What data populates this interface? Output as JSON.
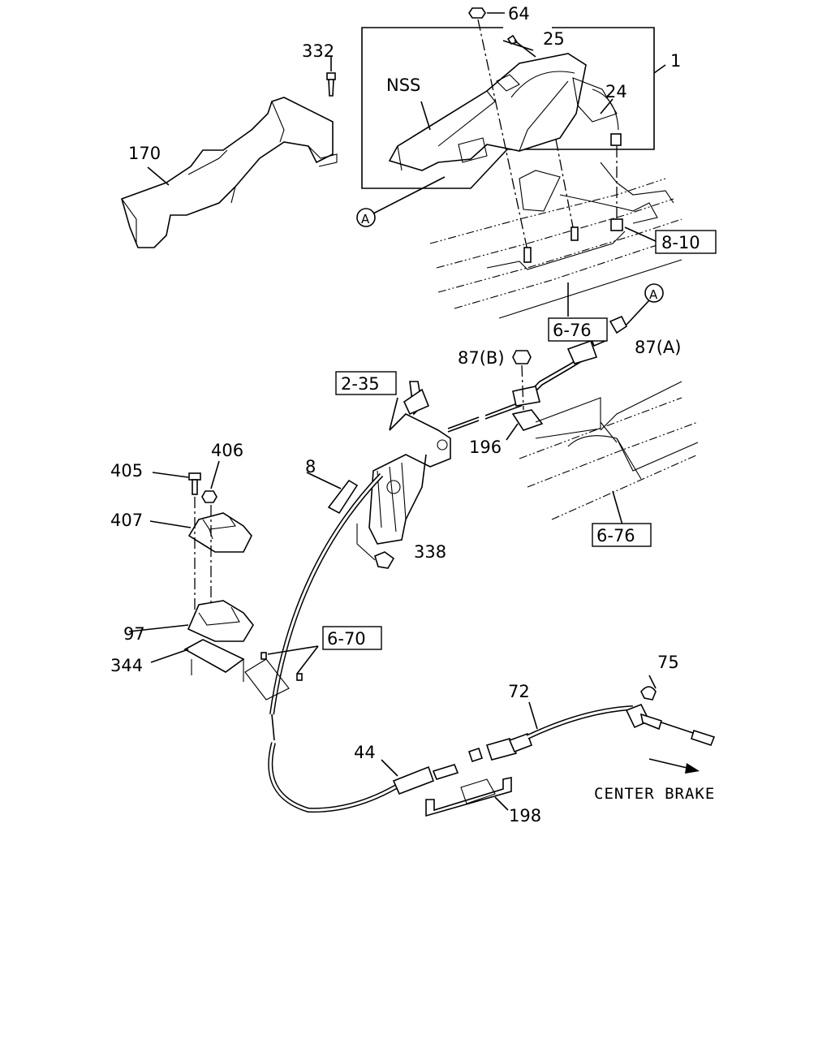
{
  "callouts": {
    "c64": "64",
    "c25": "25",
    "c332": "332",
    "c1": "1",
    "cNSS": "NSS",
    "c24": "24",
    "c170": "170",
    "cA1": "A",
    "c8_10": "8-10",
    "c6_76a": "6-76",
    "cA2": "A",
    "c87B": "87(B)",
    "c87A": "87(A)",
    "c2_35": "2-35",
    "c196": "196",
    "c405": "405",
    "c406": "406",
    "c8": "8",
    "c6_76b": "6-76",
    "c407": "407",
    "c338": "338",
    "c97": "97",
    "c6_70": "6-70",
    "c344": "344",
    "c75": "75",
    "c72": "72",
    "c44": "44",
    "c198": "198",
    "center_brake": "CENTER BRAKE"
  }
}
